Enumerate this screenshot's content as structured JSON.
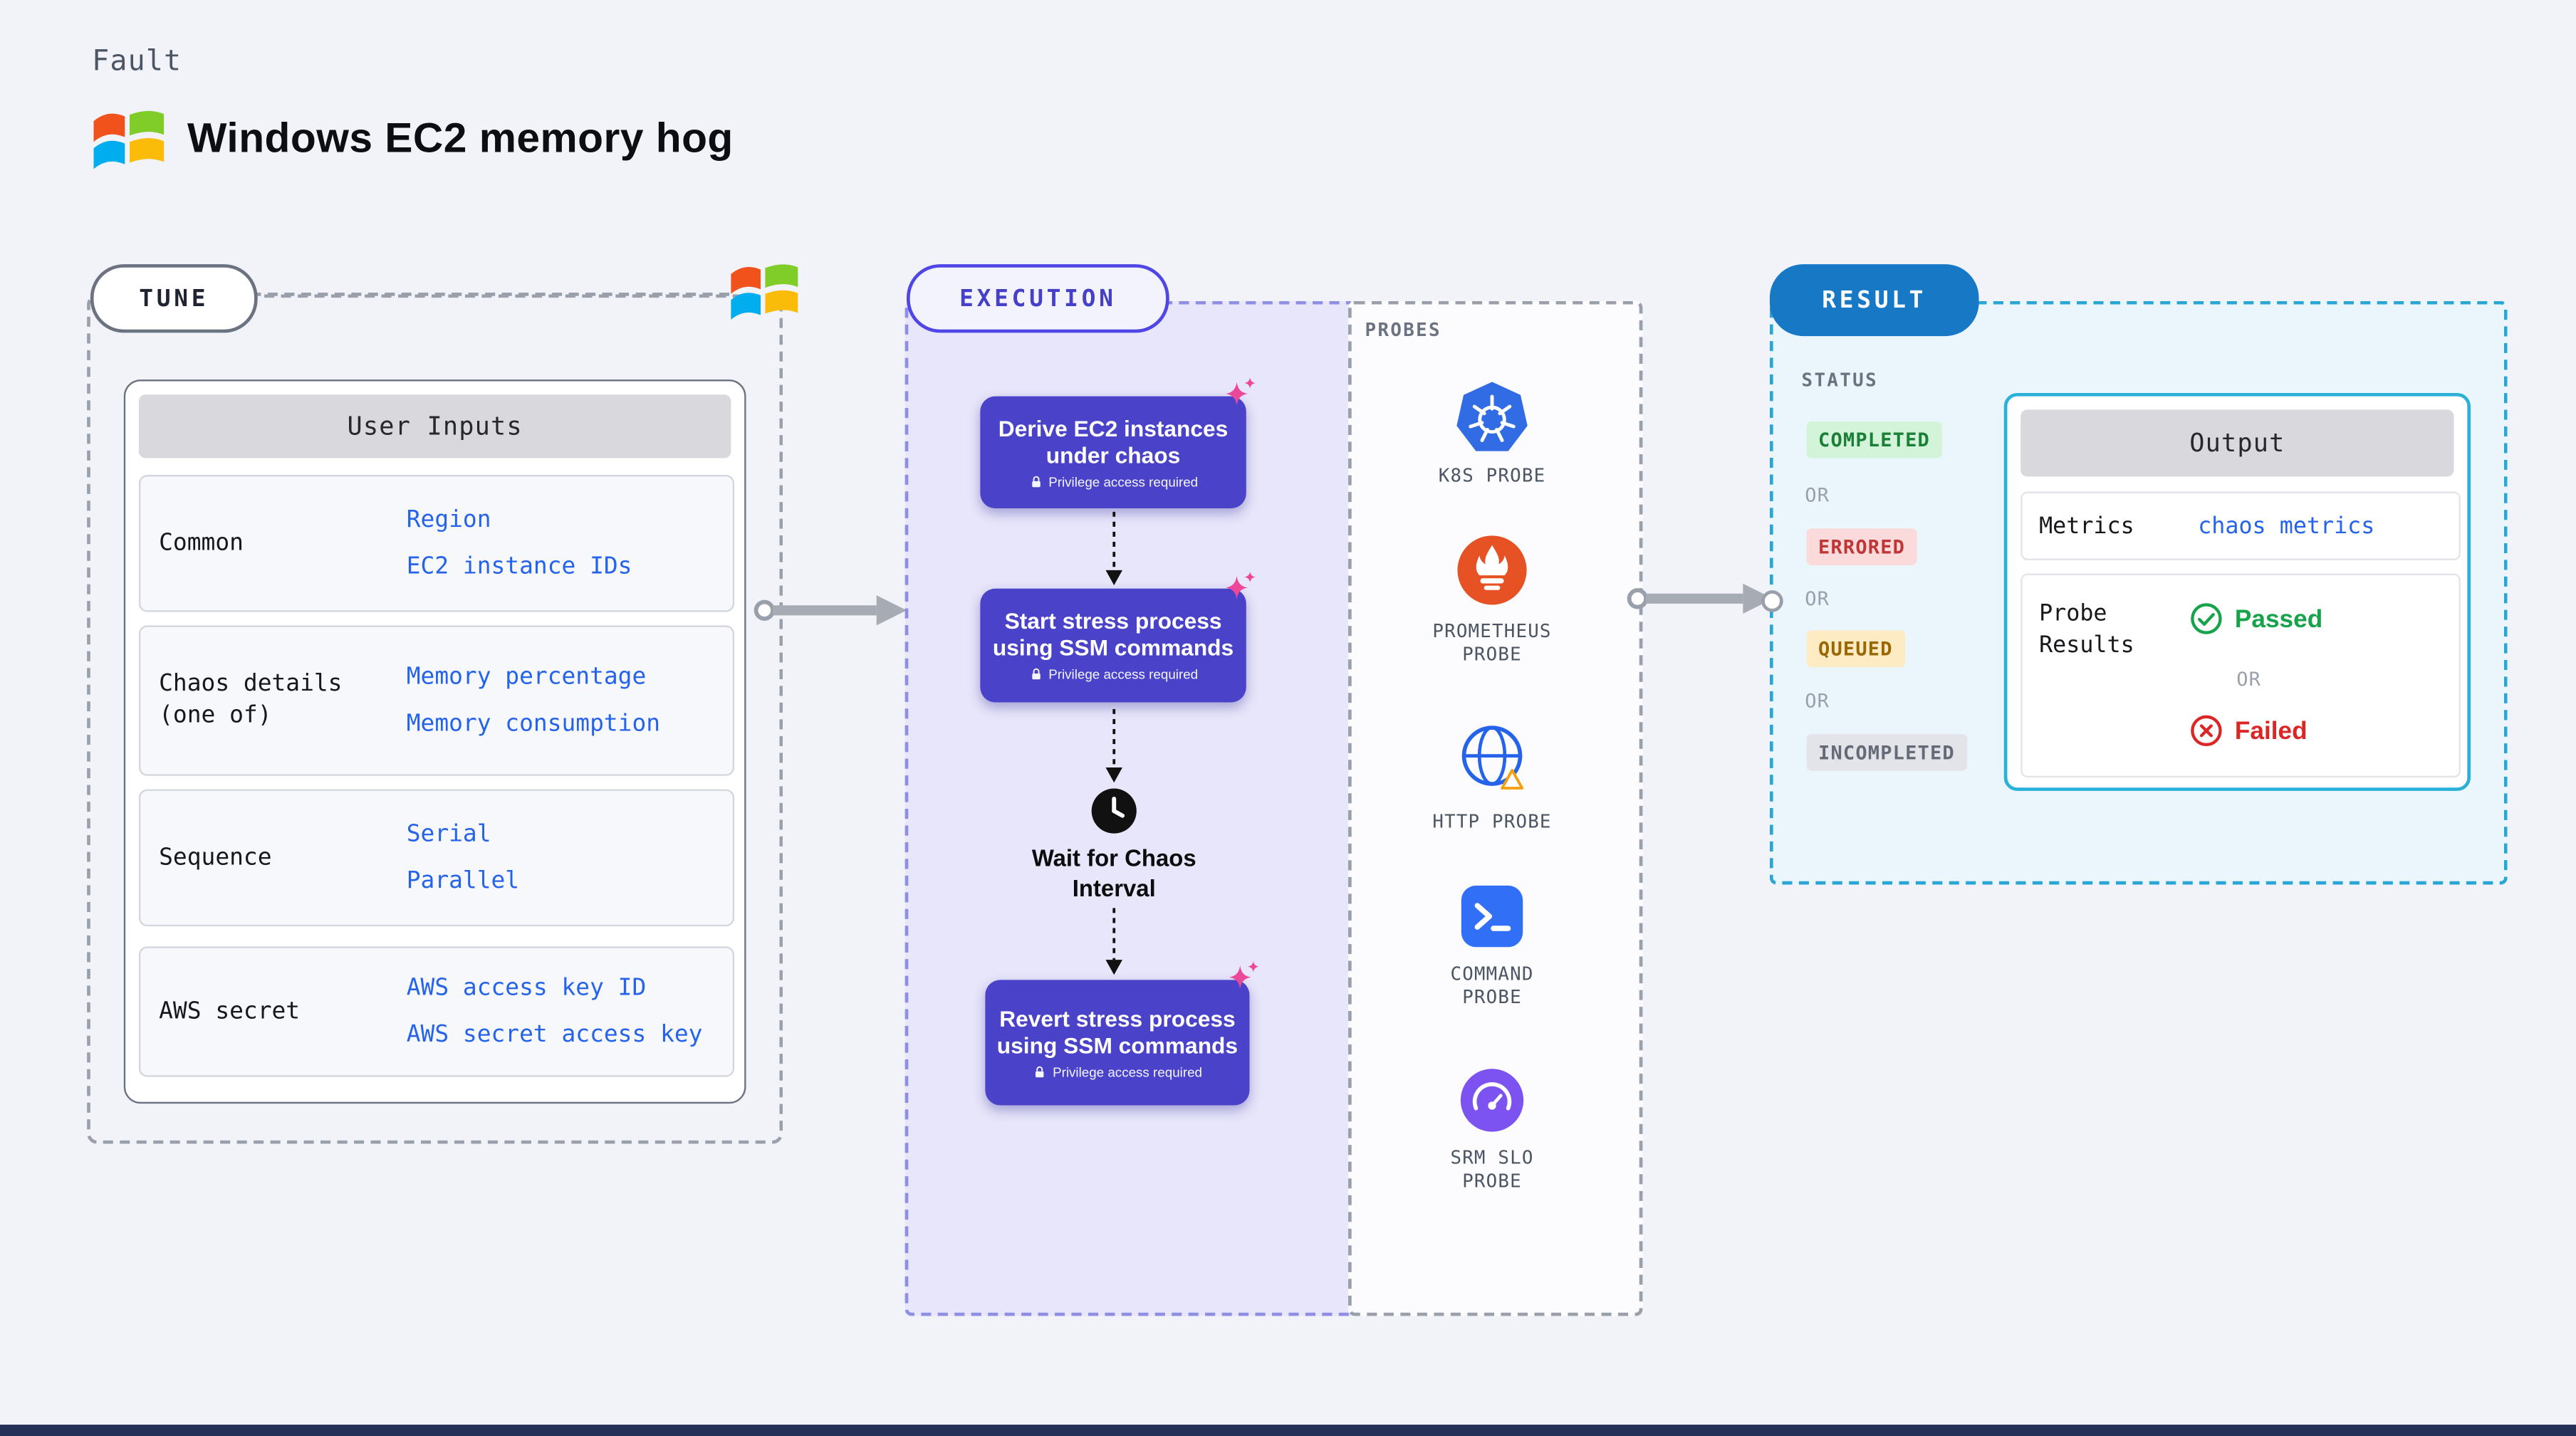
{
  "header": {
    "kicker": "Fault",
    "title": "Windows EC2 memory hog"
  },
  "tune": {
    "label": "TUNE",
    "card": {
      "title": "User Inputs",
      "rows": [
        {
          "label": "Common",
          "values": [
            "Region",
            "EC2 instance IDs"
          ]
        },
        {
          "label": "Chaos details (one of)",
          "values": [
            "Memory percentage",
            "Memory consumption"
          ]
        },
        {
          "label": "Sequence",
          "values": [
            "Serial",
            "Parallel"
          ]
        },
        {
          "label": "AWS secret",
          "values": [
            "AWS access key ID",
            "AWS secret access key"
          ]
        }
      ]
    }
  },
  "execution": {
    "label": "EXECUTION",
    "privilege_badge": "Privilege access required",
    "steps": [
      {
        "title": "Derive EC2 instances under chaos"
      },
      {
        "title": "Start stress process using SSM commands"
      },
      {
        "title": "Wait for Chaos Interval",
        "type": "wait"
      },
      {
        "title": "Revert stress process using SSM commands"
      }
    ]
  },
  "probes": {
    "label": "PROBES",
    "items": [
      {
        "name": "K8S PROBE",
        "icon": "kubernetes-icon"
      },
      {
        "name": "PROMETHEUS PROBE",
        "icon": "prometheus-icon"
      },
      {
        "name": "HTTP PROBE",
        "icon": "globe-icon"
      },
      {
        "name": "COMMAND PROBE",
        "icon": "terminal-icon"
      },
      {
        "name": "SRM SLO PROBE",
        "icon": "gauge-icon"
      }
    ]
  },
  "result": {
    "label": "RESULT",
    "status_label": "STATUS",
    "or_label": "OR",
    "statuses": [
      {
        "label": "COMPLETED",
        "type": "success"
      },
      {
        "label": "ERRORED",
        "type": "error"
      },
      {
        "label": "QUEUED",
        "type": "queued"
      },
      {
        "label": "INCOMPLETED",
        "type": "neutral"
      }
    ],
    "output": {
      "title": "Output",
      "metrics_label": "Metrics",
      "metrics_value": "chaos metrics",
      "probe_results_label": "Probe Results",
      "passed": "Passed",
      "failed": "Failed"
    }
  },
  "colors": {
    "accent_indigo": "#4a43c9",
    "accent_pink": "#ec4899",
    "result_blue": "#1778c5",
    "result_border": "#2aa6d5",
    "link_blue": "#2563eb",
    "status_completed": "#1a7f37",
    "status_errored": "#c03636",
    "status_queued": "#9a6700",
    "status_incompleted": "#646b76",
    "passed_green": "#16a34a",
    "failed_red": "#dc2626"
  }
}
